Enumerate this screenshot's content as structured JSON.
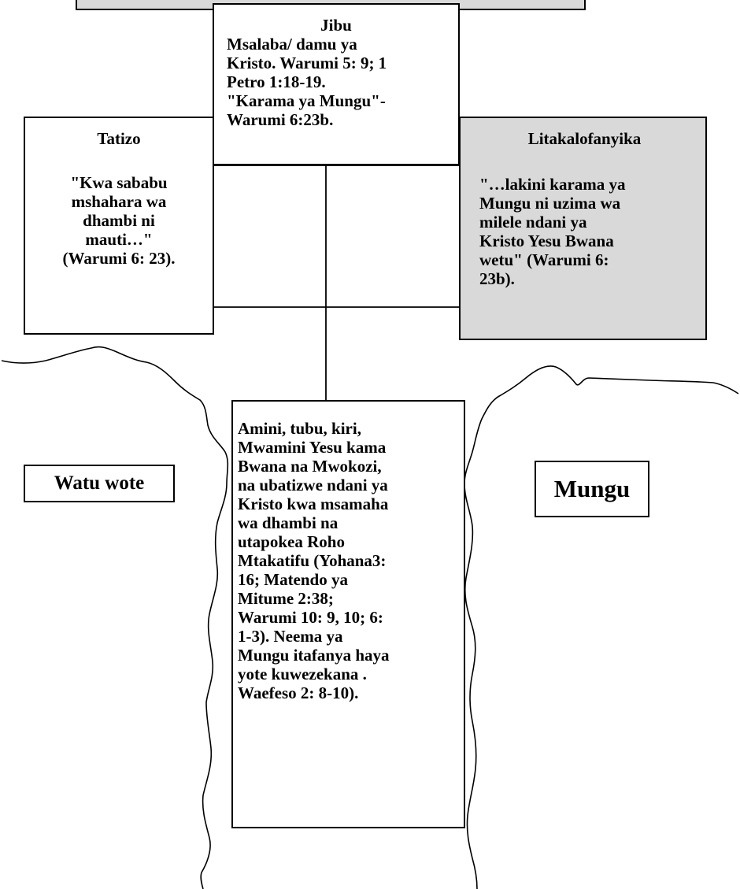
{
  "jibu": {
    "heading": "Jibu",
    "body": "Msalaba/ damu ya\nKristo.  Warumi 5: 9; 1\nPetro 1:18-19.\n\"Karama ya Mungu\"-\nWarumi 6:23b."
  },
  "tatizo": {
    "heading": "Tatizo",
    "body": "\"Kwa sababu\nmshahara wa\ndhambi ni\nmauti…\"\n(Warumi 6: 23)."
  },
  "litakalofanyika": {
    "heading": "Litakalofanyika",
    "body": "\"…lakini karama ya\nMungu ni uzima wa\nmilele ndani ya\nKristo Yesu Bwana\nwetu\" (Warumi 6:\n23b)."
  },
  "watu_wote": {
    "label": "Watu wote"
  },
  "mungu": {
    "label": "Mungu"
  },
  "amini": {
    "body": "Amini, tubu, kiri,\nMwamini Yesu kama\nBwana na Mwokozi,\nna ubatizwe ndani ya\nKristo kwa msamaha\nwa dhambi na\nutapokea Roho\nMtakatifu (Yohana3:\n16; Matendo ya\nMitume 2:38;\nWarumi 10: 9, 10; 6:\n1-3). Neema ya\nMungu itafanya haya\nyote kuwezekana .\nWaefeso 2: 8-10)."
  },
  "colors": {
    "stroke": "#000000",
    "shaded_fill": "#d9d9d9",
    "background": "#ffffff"
  }
}
